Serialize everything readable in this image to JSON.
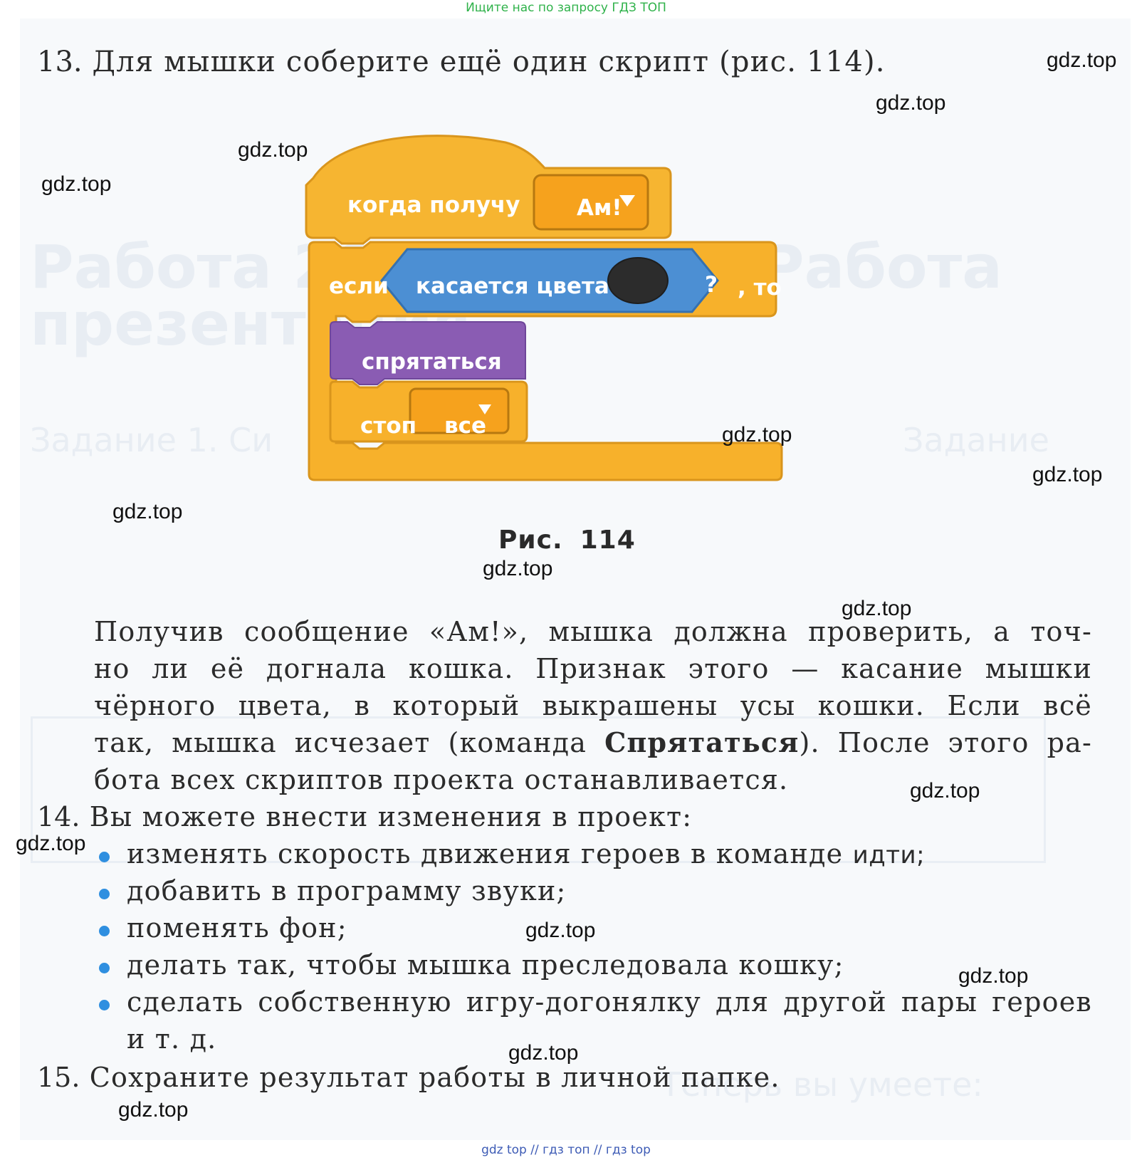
{
  "header_note": "Ищите нас по запросу ГДЗ ТОП",
  "footer_note": "gdz top  //  гдз топ  //  гдз top",
  "watermark": "gdz.top",
  "task13": {
    "number": "13.",
    "text": "Для мышки соберите ещё один скрипт (рис. 114)."
  },
  "figure": {
    "caption_label": "Рис.",
    "caption_number": "114",
    "hat_label": "когдa получу",
    "hat_dropdown": "Ам!",
    "if_label": "если",
    "sensing_label": "касается цвета",
    "sensing_question": "?",
    "then_label": ", то",
    "hide_label": "спрятаться",
    "stop_label": "стоп",
    "stop_dropdown": "все",
    "colors": {
      "events": "#f6b531",
      "control": "#f7b12b",
      "sensing": "#4c8fd3",
      "looks": "#8a5cb3",
      "color_swatch": "#2c2c2c"
    }
  },
  "paragraph": {
    "line1": "Получив сообщение «Ам!», мышка должна проверить, а точ-",
    "line2": "но ли её догнала кошка. Признак этого — касание мышки",
    "line3": "чёрного цвета, в который выкрашены усы кошки. Если всё",
    "line4_a": "так, мышка исчезает (команда ",
    "line4_b": "Спрятаться",
    "line4_c": "). После этого ра-",
    "line5": "бота всех скриптов проекта останавливается."
  },
  "task14": {
    "number": "14.",
    "intro": "Вы можете внести изменения в проект:",
    "items": [
      "изменять скорость движения героев в команде ",
      "добавить в программу звуки;",
      "поменять фон;",
      "делать так, чтобы мышка преследовала кошку;",
      "сделать собственную игру-догонялку для другой пары героев"
    ],
    "item1_command": "идти;",
    "item5_continuation": "и т. д."
  },
  "task15": {
    "number": "15.",
    "text": "Сохраните результат работы в личной папке."
  }
}
